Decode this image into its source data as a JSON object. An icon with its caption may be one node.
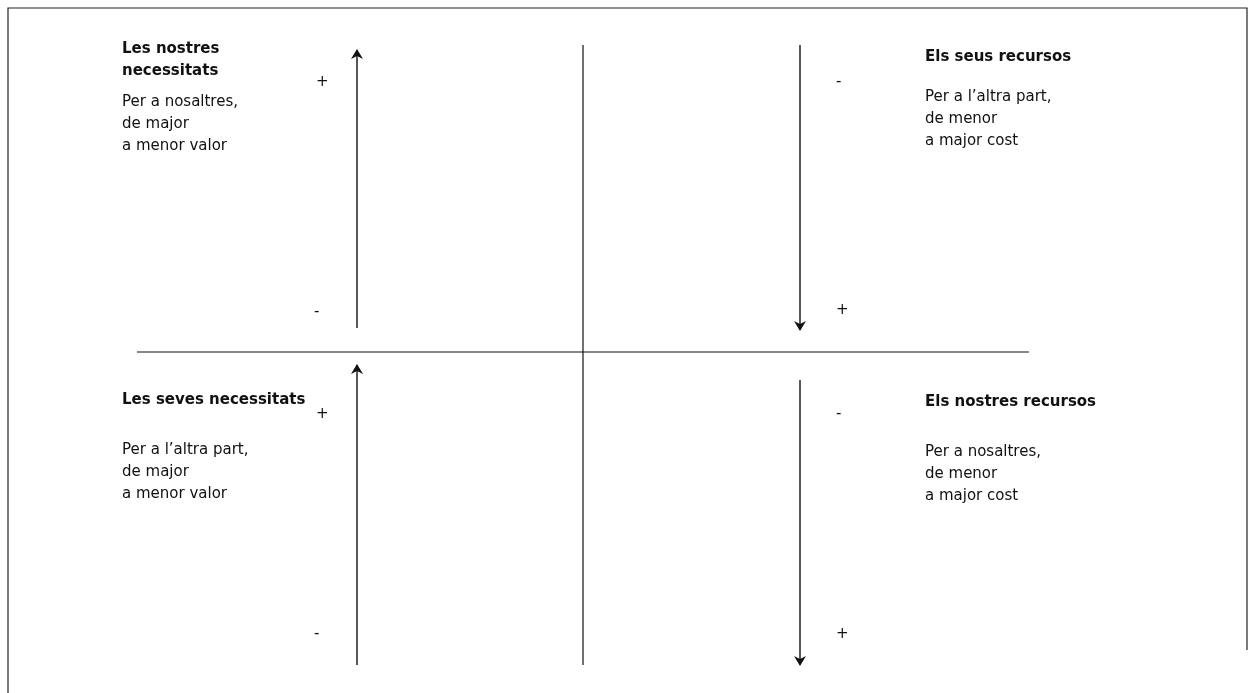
{
  "diagram": {
    "labels": [
      "Les nostres necessitats",
      "+",
      "Per a nosaltres,",
      "de major",
      "a menor valor",
      "-",
      "Els seus recursos",
      "-",
      "Per a l’altra part,",
      "de menor",
      "a major cost",
      "+",
      "+",
      "Les seves necessitats",
      "Per a l’altra part,",
      "de major",
      "a menor valor",
      "-",
      "-",
      "Els nostres recursos",
      "Per a nosaltres,",
      "de menor",
      "a major cost",
      "+"
    ]
  }
}
